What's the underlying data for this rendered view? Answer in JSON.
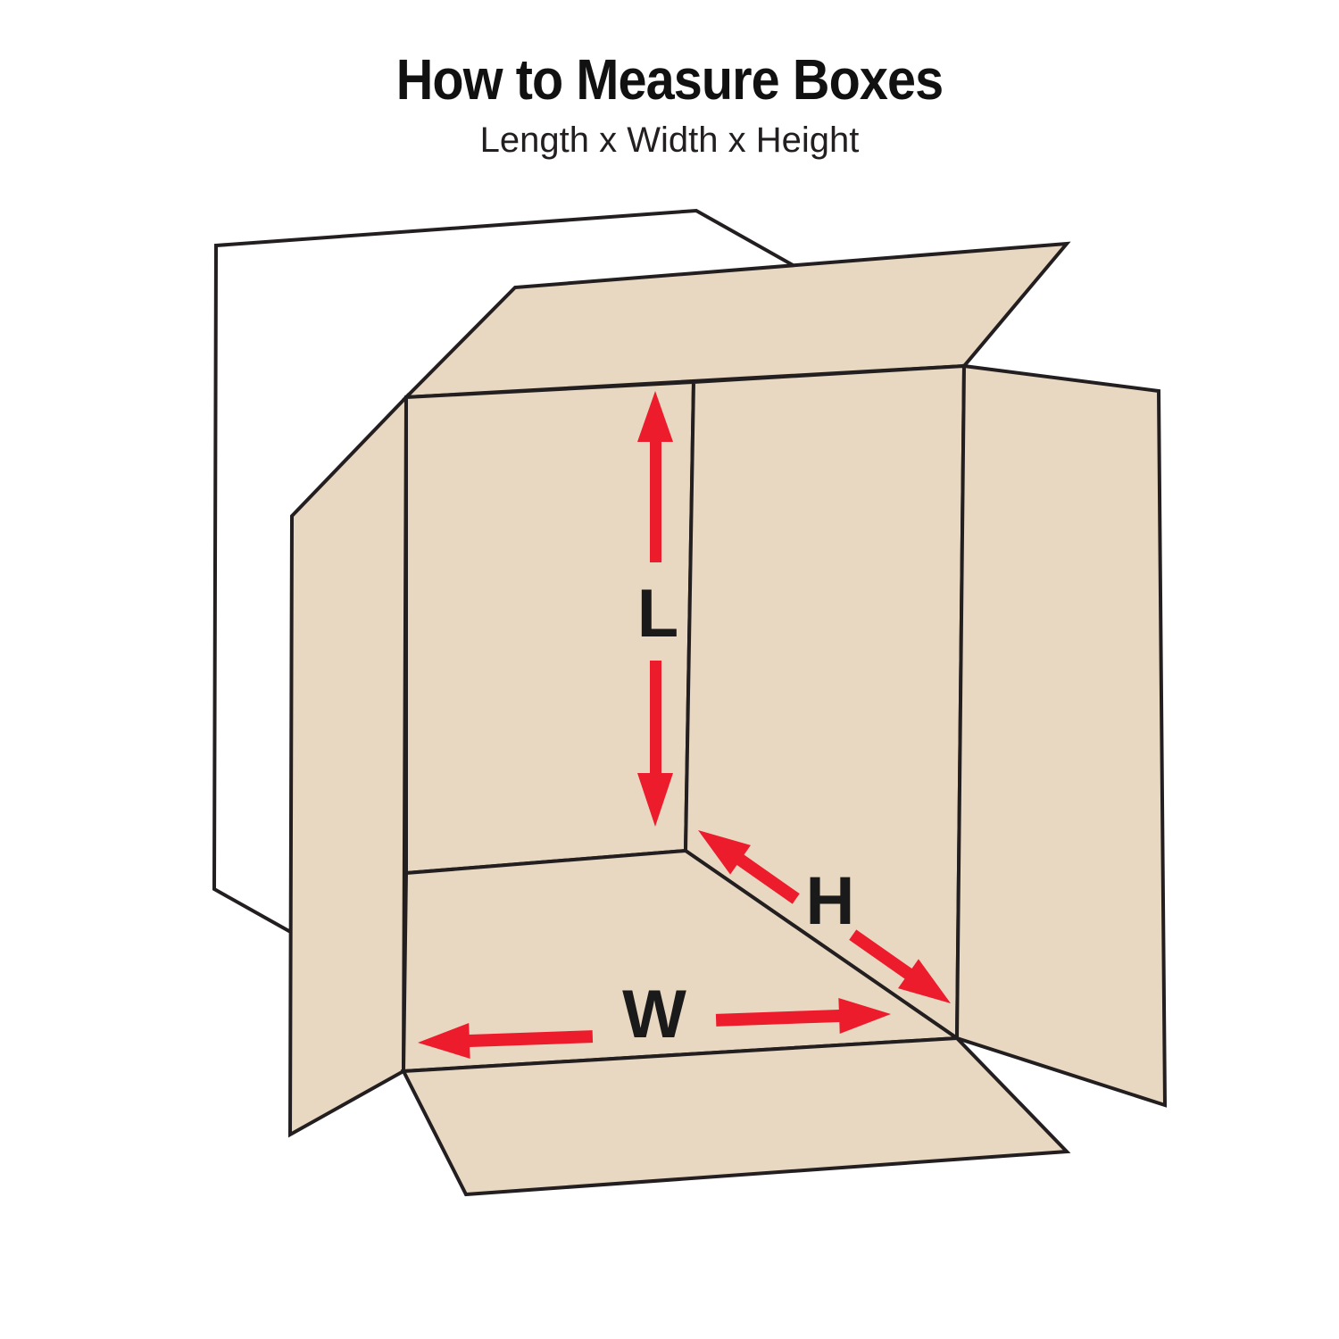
{
  "title": "How to Measure Boxes",
  "subtitle": "Length x Width x Height",
  "labels": {
    "length": "L",
    "width": "W",
    "height": "H"
  },
  "colors": {
    "cardboard": "#e8d8c1",
    "outline": "#231f20",
    "arrow": "#ec1c2d",
    "background": "#ffffff"
  }
}
